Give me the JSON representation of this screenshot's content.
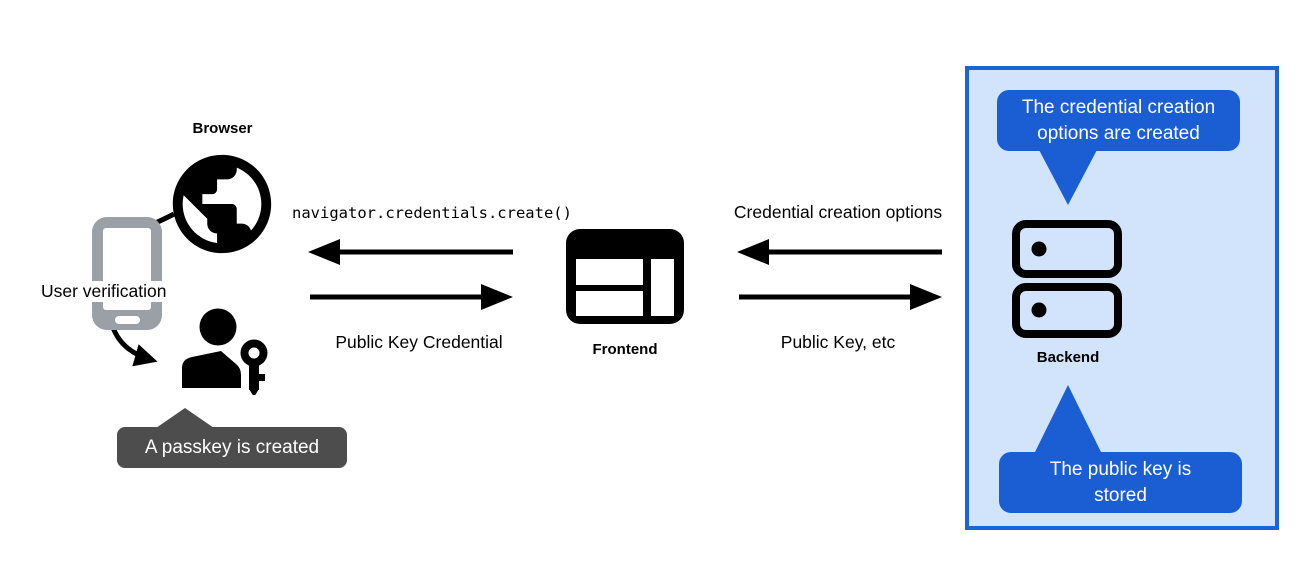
{
  "nodes": {
    "browser": {
      "label": "Browser",
      "icon": "globe-icon"
    },
    "authenticator": {
      "label": "User verification",
      "icon": "smartphone-icon"
    },
    "passkey_user": {
      "icon": "user-key-icon"
    },
    "frontend": {
      "label": "Frontend",
      "icon": "browser-window-icon"
    },
    "backend": {
      "label": "Backend",
      "icon": "server-icon"
    }
  },
  "messages": {
    "create_call": "navigator.credentials.create()",
    "public_key_credential": "Public Key Credential",
    "credential_creation_options": "Credential creation options",
    "public_key_etc": "Public Key, etc"
  },
  "callouts": {
    "passkey_created": "A passkey is created",
    "options_created": "The credential creation options are created",
    "public_key_stored": "The public key is stored"
  },
  "colors": {
    "accent_blue": "#1b5dd3",
    "panel_background": "#d2e3fc",
    "panel_border": "#1765d6",
    "dark_callout": "#4d4d4d",
    "phone_gray": "#9aa0a6",
    "ink": "#000000"
  }
}
